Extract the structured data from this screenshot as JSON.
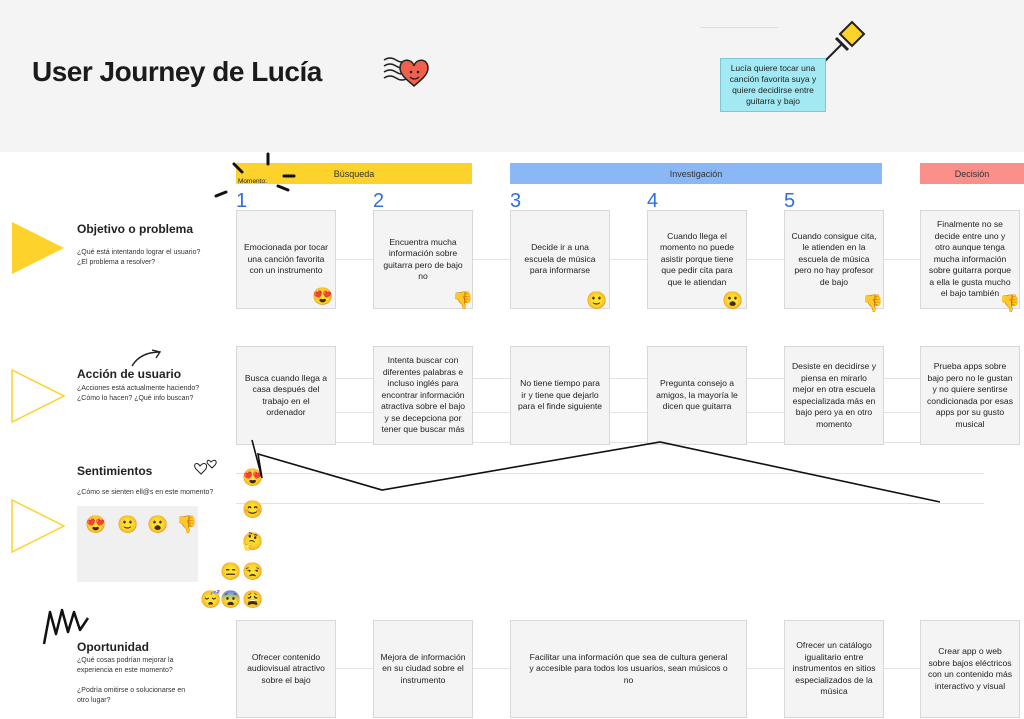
{
  "title": "User Journey de Lucía",
  "sticky_note": "Lucía quiere tocar una canción favorita suya y quiere decidirse entre guitarra y bajo",
  "moment_label": "Momento:",
  "phases": [
    {
      "label": "Búsqueda",
      "color": "#fcd22b"
    },
    {
      "label": "Investigación",
      "color": "#8ab8f7"
    },
    {
      "label": "Decisión",
      "color": "#fb8f8a"
    }
  ],
  "step_numbers": [
    "1",
    "2",
    "3",
    "4",
    "5"
  ],
  "rows": {
    "objetivo": {
      "title": "Objetivo o problema",
      "subtitle": "¿Qué está intentando lograr el usuario? ¿El problema a resolver?",
      "cards": [
        "Emocionada por tocar una canción favorita con un instrumento",
        "Encuentra mucha información sobre guitarra pero de bajo no",
        "Decide ir a una escuela de música para informarse",
        "Cuando llega el momento no puede asistir porque tiene que pedir cita para que le atiendan",
        "Cuando consigue cita, le atienden en la escuela de música pero no hay profesor de bajo",
        "Finalmente no se decide entre uno y otro aunque tenga mucha información sobre guitarra porque a ella le gusta mucho el bajo también"
      ]
    },
    "accion": {
      "title": "Acción de usuario",
      "subtitle": "¿Acciones está actualmente haciendo? ¿Cómo lo hacen? ¿Qué info buscan?",
      "cards": [
        "Busca cuando llega a casa después del trabajo en el ordenador",
        "Intenta buscar con diferentes palabras e incluso inglés para encontrar información atractiva sobre el bajo y se decepciona por tener que buscar más",
        "No tiene tiempo para ir y tiene que dejarlo para el finde siguiente",
        "Pregunta consejo a amigos, la mayoría le dicen que guitarra",
        "Desiste en decidirse y piensa en mirarlo mejor en otra escuela especializada más en bajo pero ya en otro momento",
        "Prueba apps sobre bajo pero no le gustan y no quiere sentirse condicionada por esas apps por su gusto musical"
      ]
    },
    "sentimientos": {
      "title": "Sentimientos",
      "subtitle": "¿Cómo se sienten ell@s en este momento?",
      "curve": [
        2,
        5,
        1,
        6
      ],
      "scale_emojis": [
        "😍",
        "😊",
        "🤔",
        "😑",
        "😒",
        "😴",
        "😨",
        "😩"
      ],
      "legend_emojis": [
        "😍",
        "🙂",
        "😮",
        "👎"
      ]
    },
    "oportunidad": {
      "title": "Oportunidad",
      "subtitle1": "¿Qué cosas podrían mejorar la experiencia en este momento?",
      "subtitle2": "¿Podría omitirse o solucionarse en otro lugar?",
      "cards": [
        "Ofrecer contenido audiovisual atractivo sobre el bajo",
        "Mejora de información en su ciudad sobre el instrumento",
        "Facilitar una información que sea de cultura general y accesible para todos los usuarios, sean músicos o no",
        "Ofrecer un catálogo igualitario entre instrumentos en sitios especializados de la música",
        "Crear app o web sobre bajos eléctricos con un contenido más interactivo y visual"
      ]
    }
  },
  "card_emojis": [
    "😍",
    "👎",
    "🙂",
    "😮",
    "👎",
    "👎"
  ]
}
